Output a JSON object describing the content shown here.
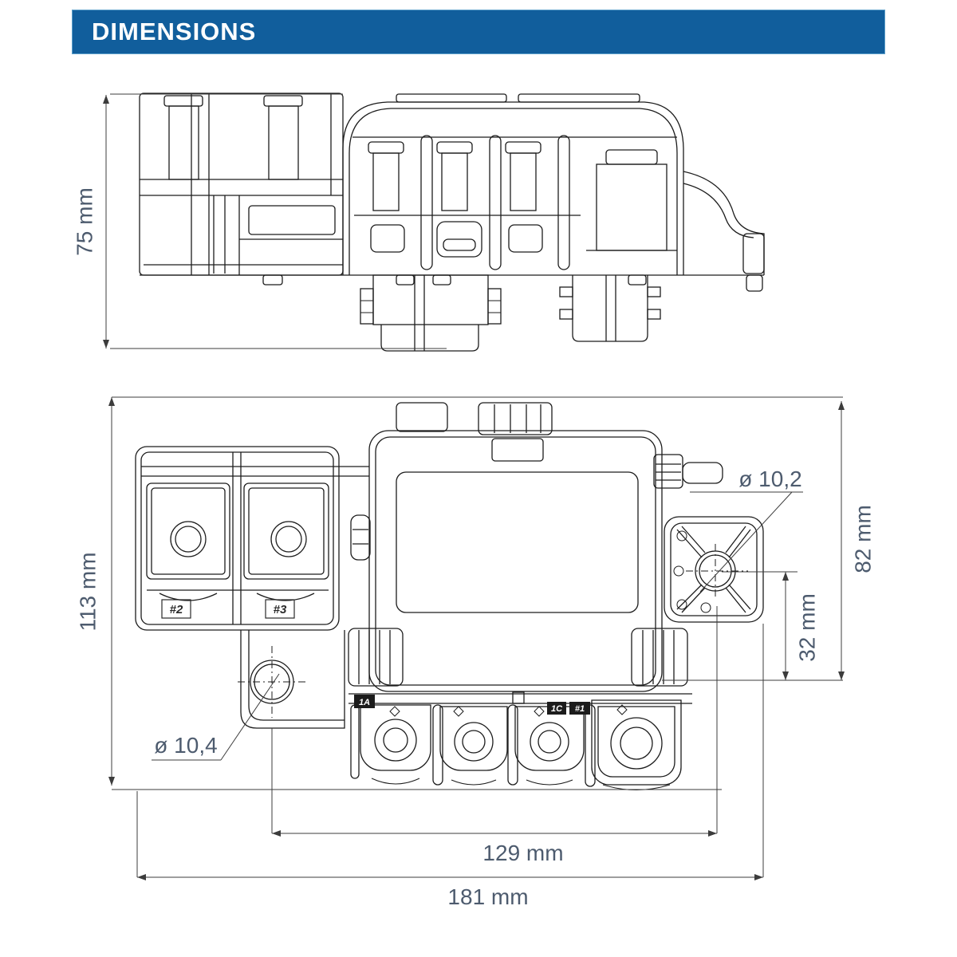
{
  "header": {
    "title": "DIMENSIONS"
  },
  "colors": {
    "header_bar": "#115e9c",
    "header_border": "#5b9ec9",
    "header_text": "#ffffff",
    "part_line": "#1c1c1c",
    "dimension_line": "#3c3c3c",
    "dimension_text": "#4d5b6e",
    "background": "#ffffff"
  },
  "views": {
    "side_view": {
      "description": "side elevation of battery power distribution module",
      "dims": {
        "height": "75 mm"
      }
    },
    "plan_view": {
      "description": "top plan of battery power distribution module",
      "dims": {
        "height_overall": "113 mm",
        "height_right": "82 mm",
        "offset_hole": "32 mm",
        "width_holes": "129 mm",
        "width_overall": "181 mm",
        "hole_right_dia": "ø 10,2",
        "hole_left_dia": "ø 10,4"
      },
      "part_tags": {
        "fuse2": "#2",
        "fuse3": "#3",
        "term_1a": "1A",
        "term_1c": "1C",
        "term_1": "#1"
      }
    }
  }
}
